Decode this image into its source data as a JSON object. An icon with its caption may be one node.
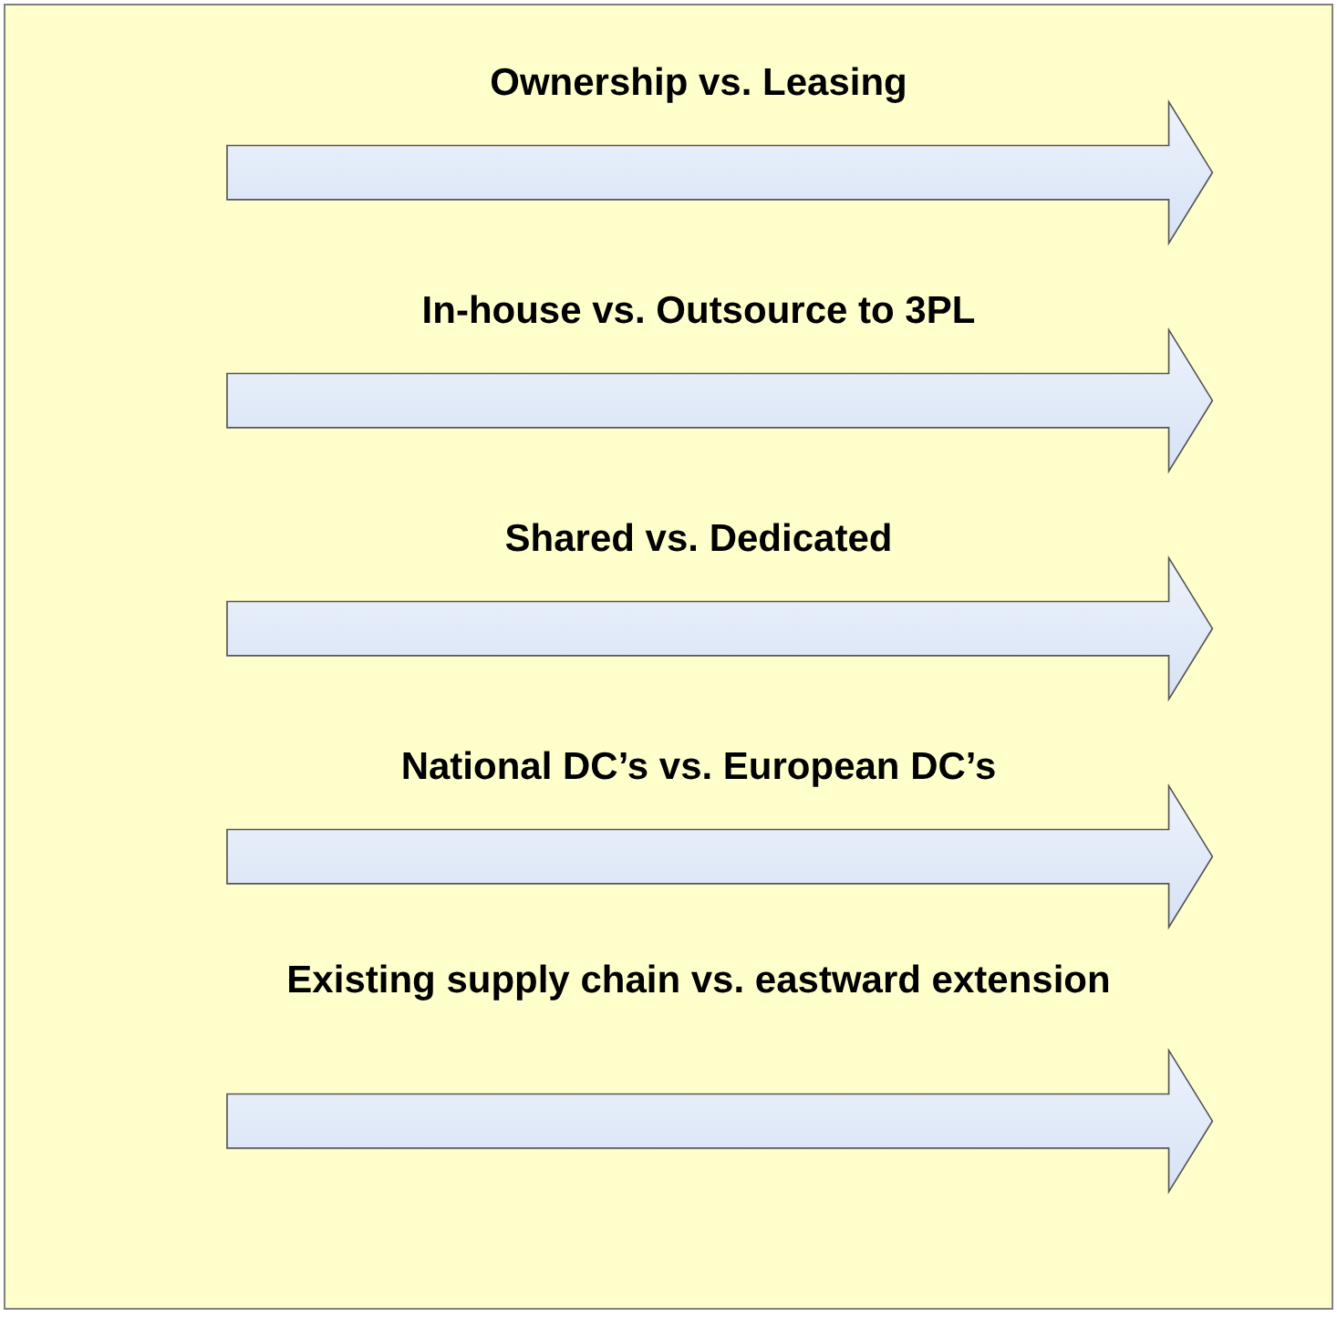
{
  "diagram": {
    "nodes": [
      {
        "text": [
          "Ownership vs. Leasing"
        ]
      },
      {
        "text": [
          "In-house vs. Outsource to 3PL"
        ]
      },
      {
        "text": [
          "Shared vs. Dedicated"
        ]
      },
      {
        "text": [
          "National DC’s vs. European DC’s"
        ]
      },
      {
        "text": [
          "Existing supply chain vs. eastward extension"
        ]
      }
    ]
  }
}
